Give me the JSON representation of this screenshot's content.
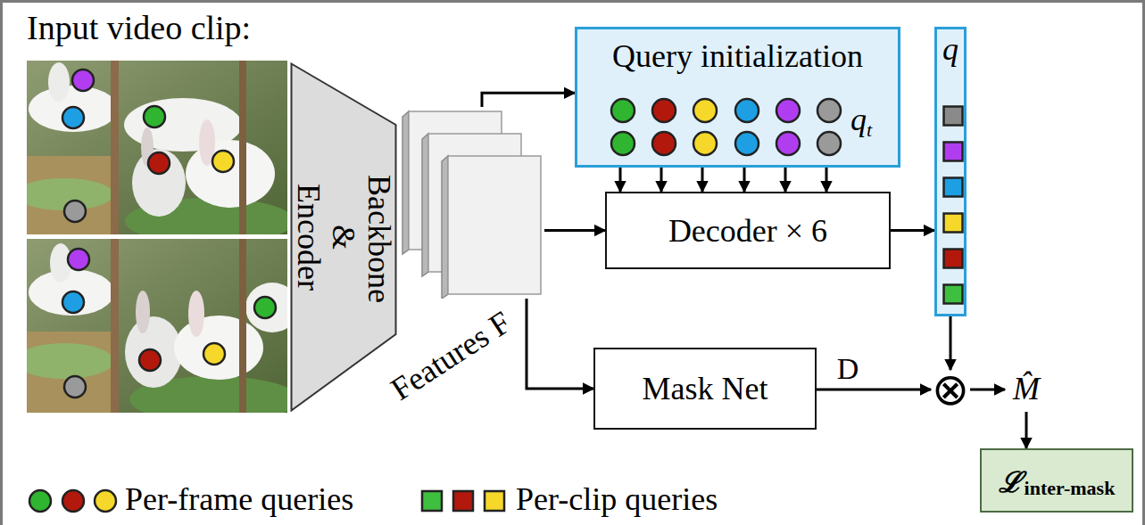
{
  "diagram": {
    "nodes": [
      {
        "text": [
          "Backbone & Encoder"
        ]
      },
      {
        "text": [
          "Features F"
        ]
      },
      {
        "text": [
          "Query initialization"
        ]
      },
      {
        "text": [
          "Decoder × 6"
        ]
      },
      {
        "text": [
          "q"
        ]
      },
      {
        "text": [
          "Mask Net"
        ]
      },
      {
        "text": [
          "⊗"
        ]
      },
      {
        "text": [
          "ℒ",
          "inter-mask"
        ]
      }
    ],
    "edges": [
      {
        "from": 1,
        "to": 2,
        "arrow": "to"
      },
      {
        "from": 1,
        "to": 3,
        "arrow": "to"
      },
      {
        "from": 1,
        "to": 5,
        "arrow": "to"
      },
      {
        "from": 2,
        "to": 3,
        "arrow": "to"
      },
      {
        "from": 3,
        "to": 4,
        "arrow": "to"
      },
      {
        "from": 4,
        "to": 6,
        "arrow": "to"
      },
      {
        "from": 5,
        "to": 6,
        "label": "D",
        "arrow": "to"
      },
      {
        "from": 6,
        "to": 7,
        "label": "M̂",
        "arrow": "to"
      }
    ],
    "labels": [
      "Input video clip:",
      "q",
      "t"
    ],
    "legend": [
      {
        "text": "Per-frame queries"
      },
      {
        "text": "Per-clip queries"
      }
    ]
  }
}
